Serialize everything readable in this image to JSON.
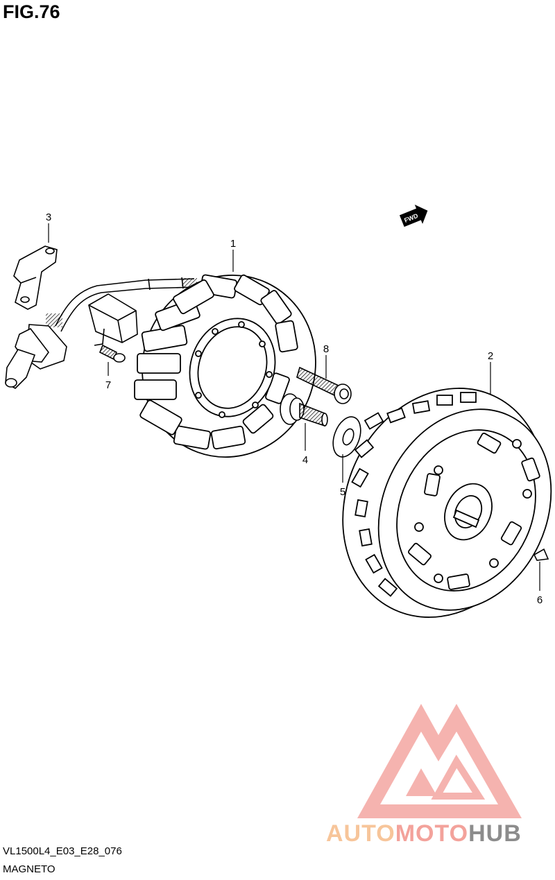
{
  "figure": {
    "title": "FIG.76"
  },
  "callouts": [
    {
      "num": "1",
      "part": "stator"
    },
    {
      "num": "2",
      "part": "rotor"
    },
    {
      "num": "3",
      "part": "clamp"
    },
    {
      "num": "4",
      "part": "bolt"
    },
    {
      "num": "5",
      "part": "washer"
    },
    {
      "num": "6",
      "part": "key"
    },
    {
      "num": "7",
      "part": "screw"
    },
    {
      "num": "8",
      "part": "bolt"
    }
  ],
  "fwd_marker": {
    "text": "FWD"
  },
  "footer": {
    "code": "VL1500L4_E03_E28_076",
    "caption": "MAGNETO"
  },
  "watermark": {
    "part1": "AUTO",
    "part2": "MOTO",
    "part3": "HUB",
    "logo_color": "#f29a95"
  },
  "colors": {
    "line": "#000000",
    "background": "#ffffff",
    "brand_orange": "#f7c59a",
    "brand_red": "#f3a29b",
    "brand_gray": "#8c8c8c"
  }
}
